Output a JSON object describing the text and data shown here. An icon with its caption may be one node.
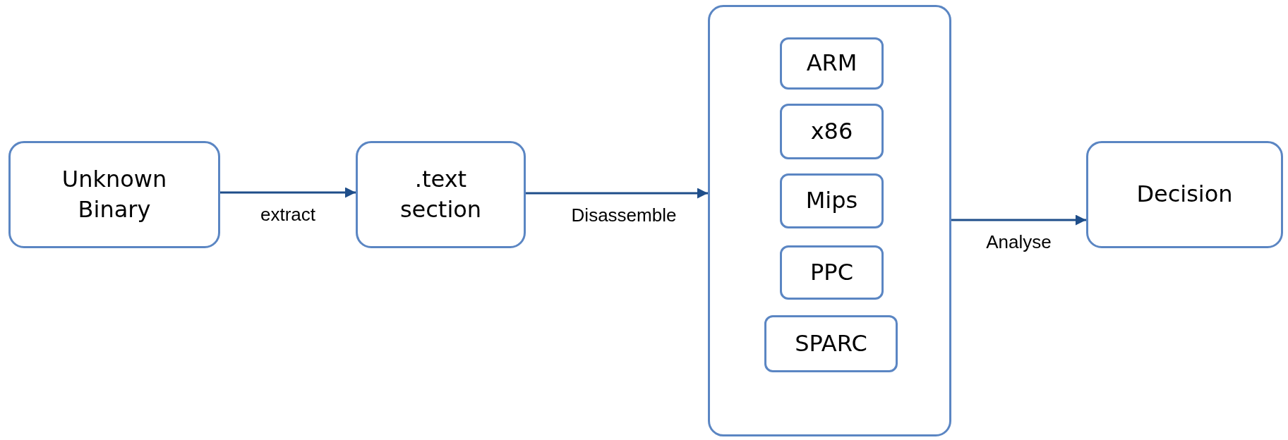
{
  "diagram": {
    "nodes": [
      {
        "text": [
          "Unknown Binary"
        ]
      },
      {
        "text": [
          ".text section"
        ]
      },
      {
        "text": [],
        "shape": "box"
      },
      {
        "text": [
          "ARM"
        ],
        "in": 2
      },
      {
        "text": [
          "x86"
        ],
        "in": 2
      },
      {
        "text": [
          "Mips"
        ],
        "in": 2
      },
      {
        "text": [
          "PPC"
        ],
        "in": 2
      },
      {
        "text": [
          "SPARC"
        ],
        "in": 2
      },
      {
        "text": [
          "Decision"
        ]
      }
    ],
    "edges": [
      {
        "from": 0,
        "to": 1,
        "arrow": "to",
        "label": "extract"
      },
      {
        "from": 1,
        "to": 2,
        "arrow": "to",
        "label": "Disassemble"
      },
      {
        "from": 2,
        "to": 8,
        "arrow": "to",
        "label": "Analyse"
      }
    ]
  }
}
